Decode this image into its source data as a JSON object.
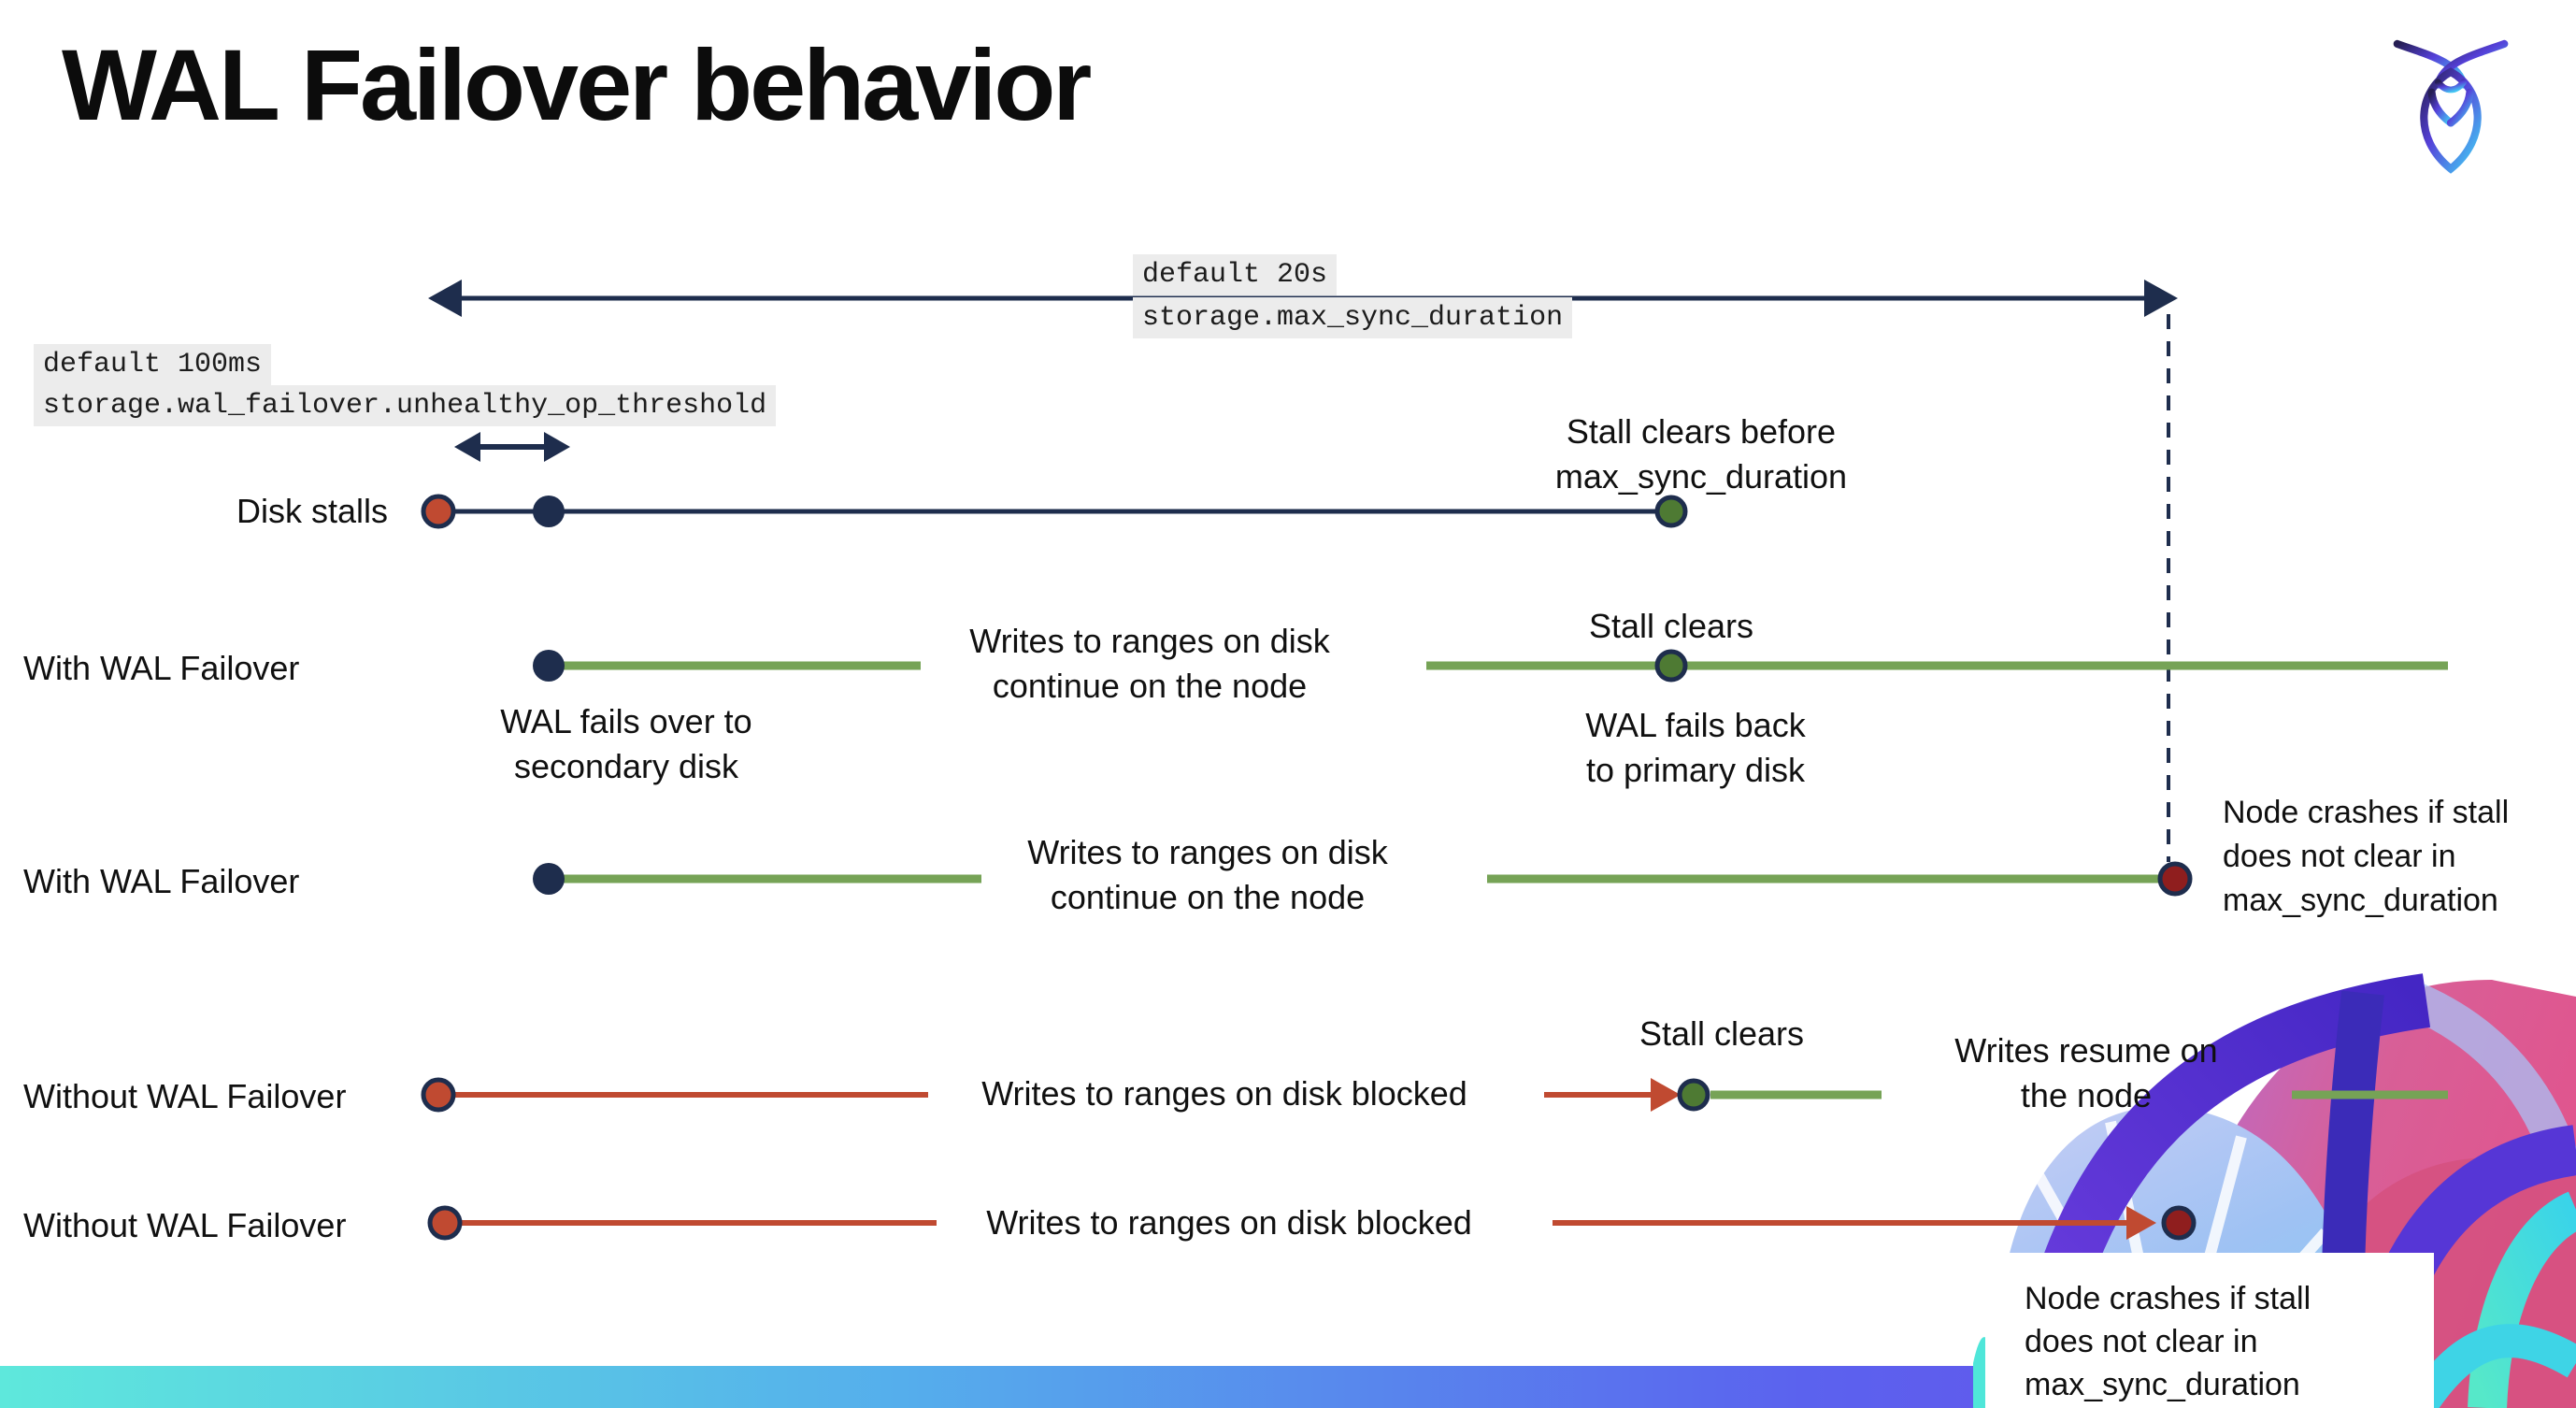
{
  "page": {
    "title": "WAL Failover behavior"
  },
  "brand": {
    "logo": "cockroachdb-mark"
  },
  "settings": {
    "max_sync_duration": {
      "default_label": "default 20s",
      "name": "storage.max_sync_duration"
    },
    "unhealthy_op_threshold": {
      "default_label": "default 100ms",
      "name": "storage.wal_failover.unhealthy_op_threshold"
    }
  },
  "rows": [
    {
      "label": "Disk stalls"
    },
    {
      "label": "With WAL Failover"
    },
    {
      "label": "With WAL Failover"
    },
    {
      "label": "Without WAL Failover"
    },
    {
      "label": "Without WAL Failover"
    }
  ],
  "annotations": {
    "stall_clears_before": "Stall clears before\nmax_sync_duration",
    "writes_continue_1": "Writes to ranges on disk\ncontinue on the node",
    "stall_clears_1": "Stall clears",
    "wal_fails_over": "WAL fails over to\nsecondary disk",
    "wal_fails_back": "WAL fails  back\nto primary disk",
    "writes_continue_2": "Writes to ranges on disk\ncontinue on the node",
    "node_crashes_1": "Node crashes if stall\ndoes not clear in\nmax_sync_duration",
    "writes_blocked_1": "Writes to ranges on disk  blocked",
    "stall_clears_2": "Stall clears",
    "writes_resume": "Writes resume on\nthe node",
    "writes_blocked_2": "Writes to ranges on disk  blocked",
    "node_crashes_2": "Node crashes if stall\ndoes not clear in\nmax_sync_duration"
  },
  "colors": {
    "navy": "#1e2d4d",
    "red": "#c04a31",
    "dark_red": "#8f1e1e",
    "green_line": "#76a356",
    "green_dot": "#4e7a33",
    "label_bg": "#ececec",
    "footer_gradient": [
      "#5ee8dc",
      "#55aeec",
      "#5b62ee",
      "#6d48e9"
    ]
  }
}
